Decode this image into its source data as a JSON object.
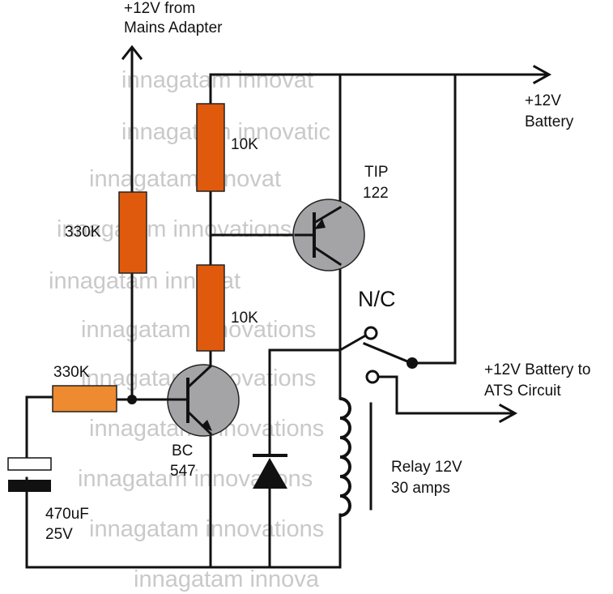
{
  "labels": {
    "mains_line1": "+12V from",
    "mains_line2": "Mains Adapter",
    "battery_line1": "+12V",
    "battery_line2": "Battery",
    "ats_line1": "+12V Battery to",
    "ats_line2": "ATS Circuit",
    "r_top": "10K",
    "r_mid": "10K",
    "r_left": "330K",
    "r_base": "330K",
    "tip_line1": "TIP",
    "tip_line2": "122",
    "bc_line1": "BC",
    "bc_line2": "547",
    "nc": "N/C",
    "relay_line1": "Relay 12V",
    "relay_line2": "30 amps",
    "cap_line1": "470uF",
    "cap_line2": "25V"
  },
  "watermark": [
    "innagatam innovat",
    "innagatam innovatic",
    "innagatam innovat",
    "innagatam innovations",
    "innagatam innovat",
    "innagatam innovations",
    "innagatam innovations",
    "innagatam innovations",
    "innagatam innovations",
    "innagatam innova"
  ],
  "colors": {
    "resistor": "#df5a0c",
    "resistor_light": "#ee8a30",
    "transistor": "#a4a4a6",
    "wire": "#111111",
    "watermark": "#c9c9c9"
  }
}
